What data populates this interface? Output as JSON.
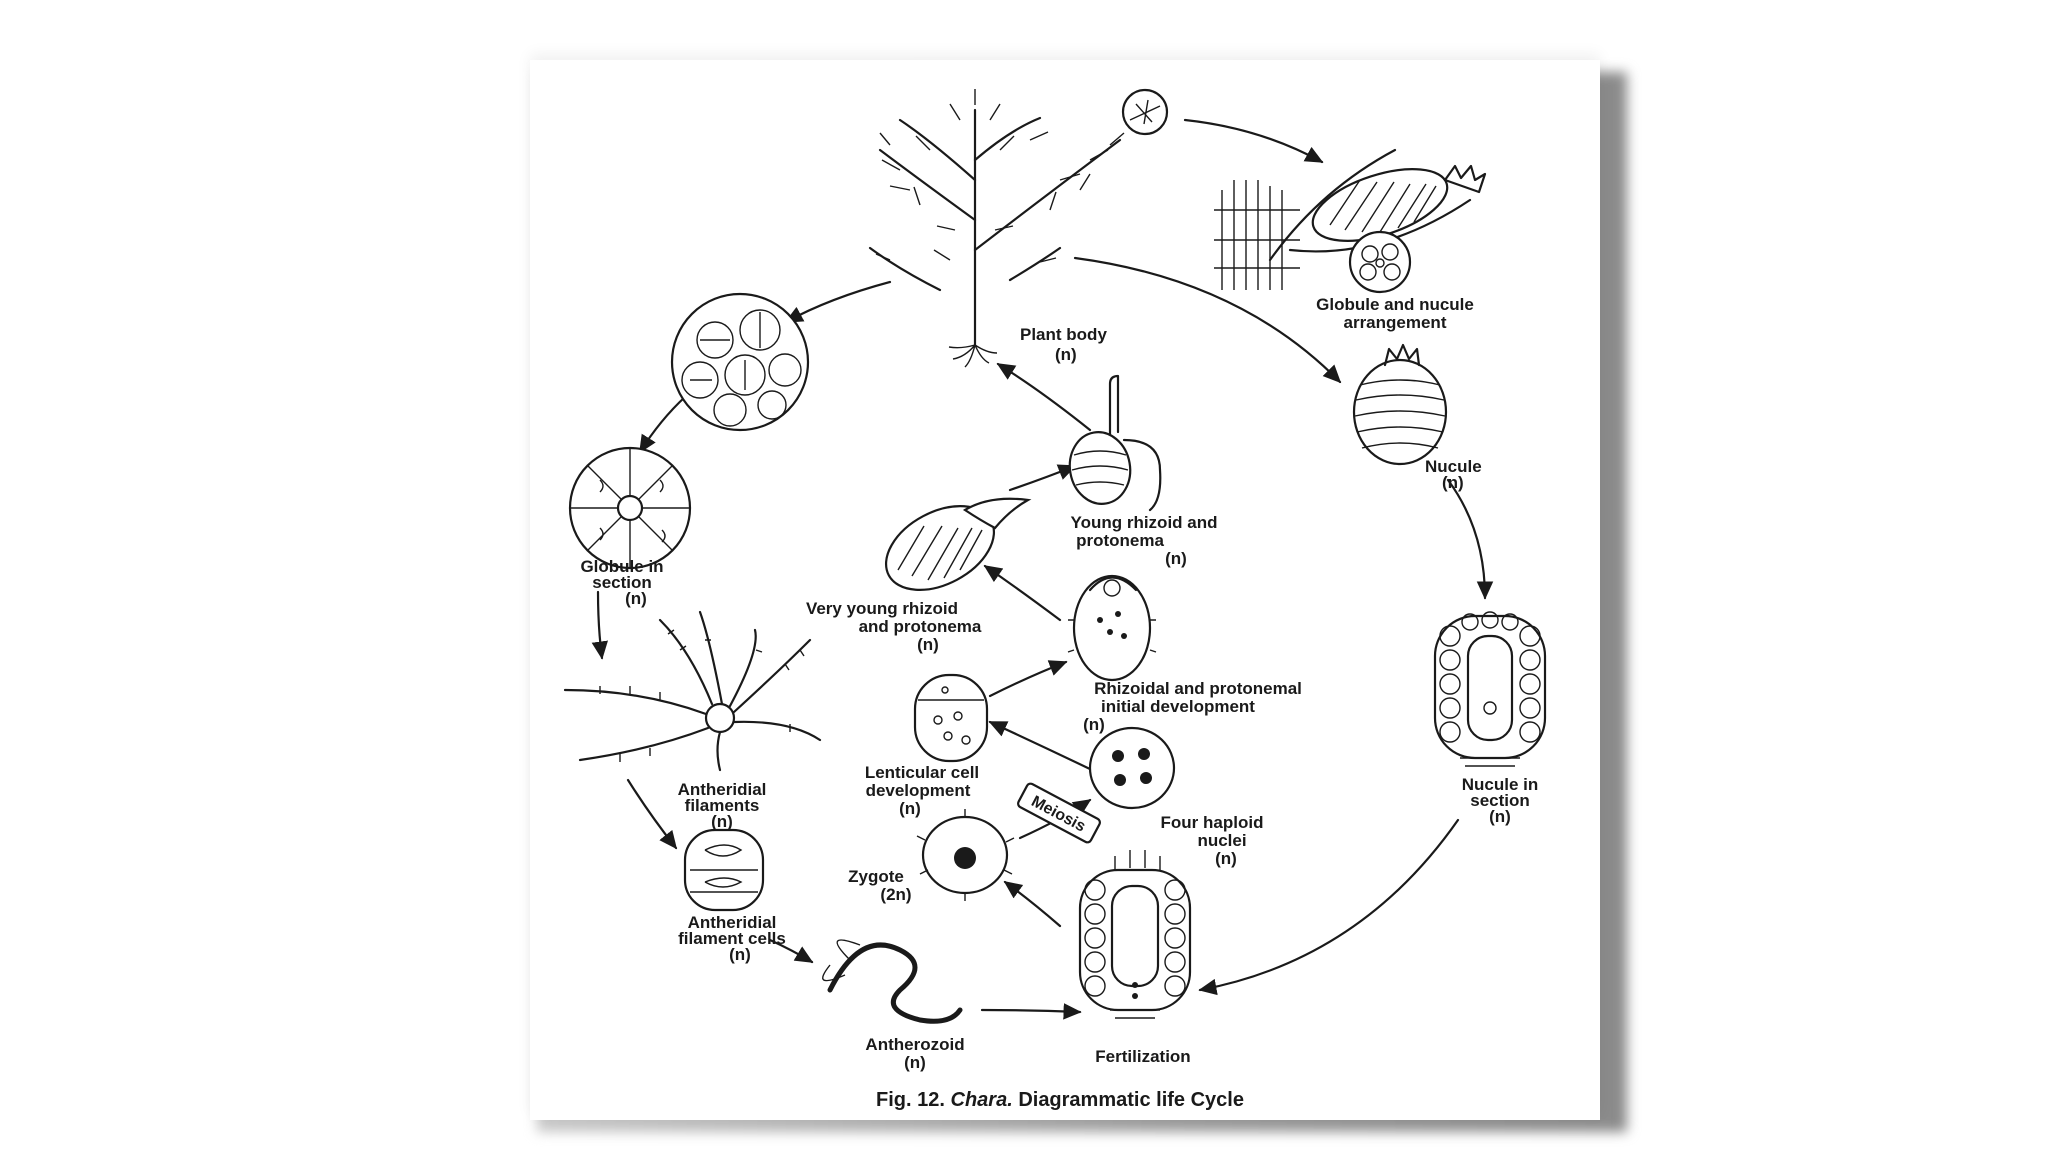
{
  "labels": {
    "plant_body": [
      "Plant body",
      "(n)"
    ],
    "globule_nucule_arrangement": [
      "Globule and nucule",
      "arrangement"
    ],
    "nucule": [
      "Nucule",
      "(n)"
    ],
    "nucule_in_section": [
      "Nucule in",
      "section",
      "(n)"
    ],
    "globule_in_section": [
      "Globule in",
      "section",
      "(n)"
    ],
    "antheridial_filaments": [
      "Antheridial",
      "filaments",
      "(n)"
    ],
    "antheridial_filament_cells": [
      "Antheridial",
      "filament cells",
      "(n)"
    ],
    "antherozoid": [
      "Antherozoid",
      "(n)"
    ],
    "fertilization": [
      "Fertilization"
    ],
    "zygote": [
      "Zygote",
      "(2n)"
    ],
    "meiosis": "Meiosis",
    "four_haploid_nuclei": [
      "Four haploid",
      "nuclei",
      "(n)"
    ],
    "lenticular_cell": [
      "Lenticular cell",
      "development",
      "(n)"
    ],
    "rhizoidal_initial": [
      "Rhizoidal and protonemal",
      "initial development",
      "(n)"
    ],
    "very_young_rhizoid": [
      "Very young rhizoid",
      "and protonema",
      "(n)"
    ],
    "young_rhizoid": [
      "Young rhizoid and",
      "protonema",
      "(n)"
    ]
  },
  "caption": {
    "prefix": "Fig. 12.",
    "genus": "Chara.",
    "suffix": "Diagrammatic life Cycle"
  }
}
